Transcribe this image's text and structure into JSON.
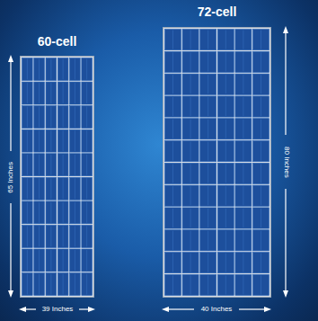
{
  "diagram": {
    "nodes": [
      {
        "text": [
          "60-cell"
        ]
      },
      {
        "text": [
          "72-cell"
        ]
      }
    ],
    "labels": [
      "65 Inches",
      "39 Inches",
      "40 Inches",
      "80 Inches"
    ]
  }
}
